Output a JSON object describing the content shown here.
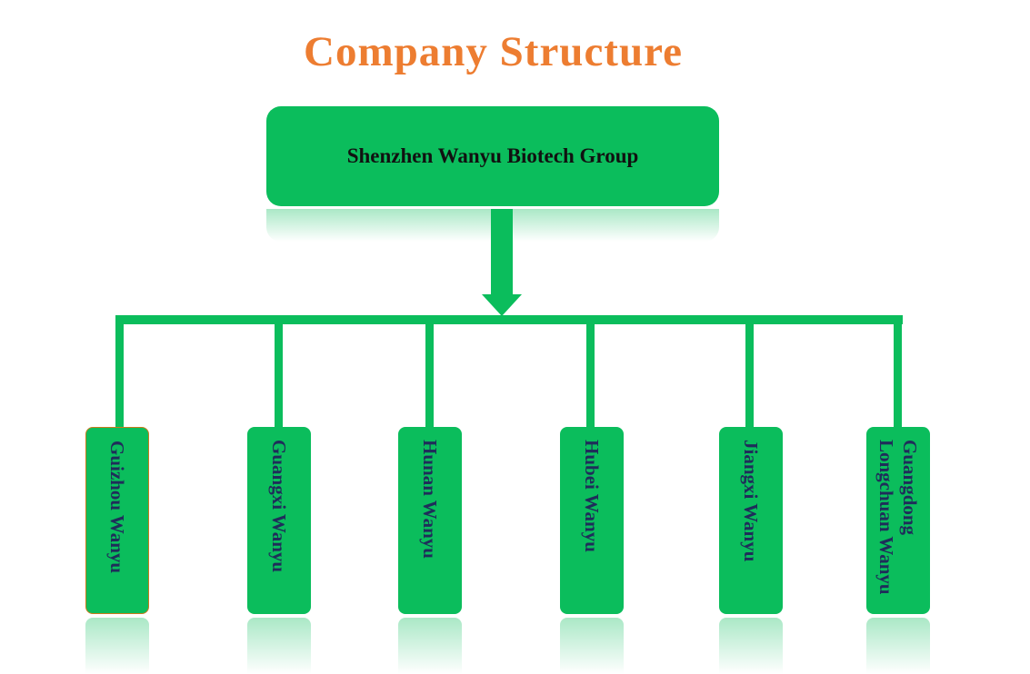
{
  "title": "Company Structure",
  "root": {
    "label": "Shenzhen Wanyu Biotech Group"
  },
  "subsidiaries": [
    {
      "label": "Guizhou Wanyu"
    },
    {
      "label": "Guangxi Wanyu"
    },
    {
      "label": "Hunan Wanyu"
    },
    {
      "label": "Hubei Wanyu"
    },
    {
      "label": "Jiangxi Wanyu"
    },
    {
      "label": "Guangdong\nLongchuan Wanyu"
    }
  ],
  "colors": {
    "title": "#ed7d31",
    "node_fill": "#0bbd5c",
    "subsidiary_text": "#1f2d5a",
    "root_text": "#111111"
  }
}
